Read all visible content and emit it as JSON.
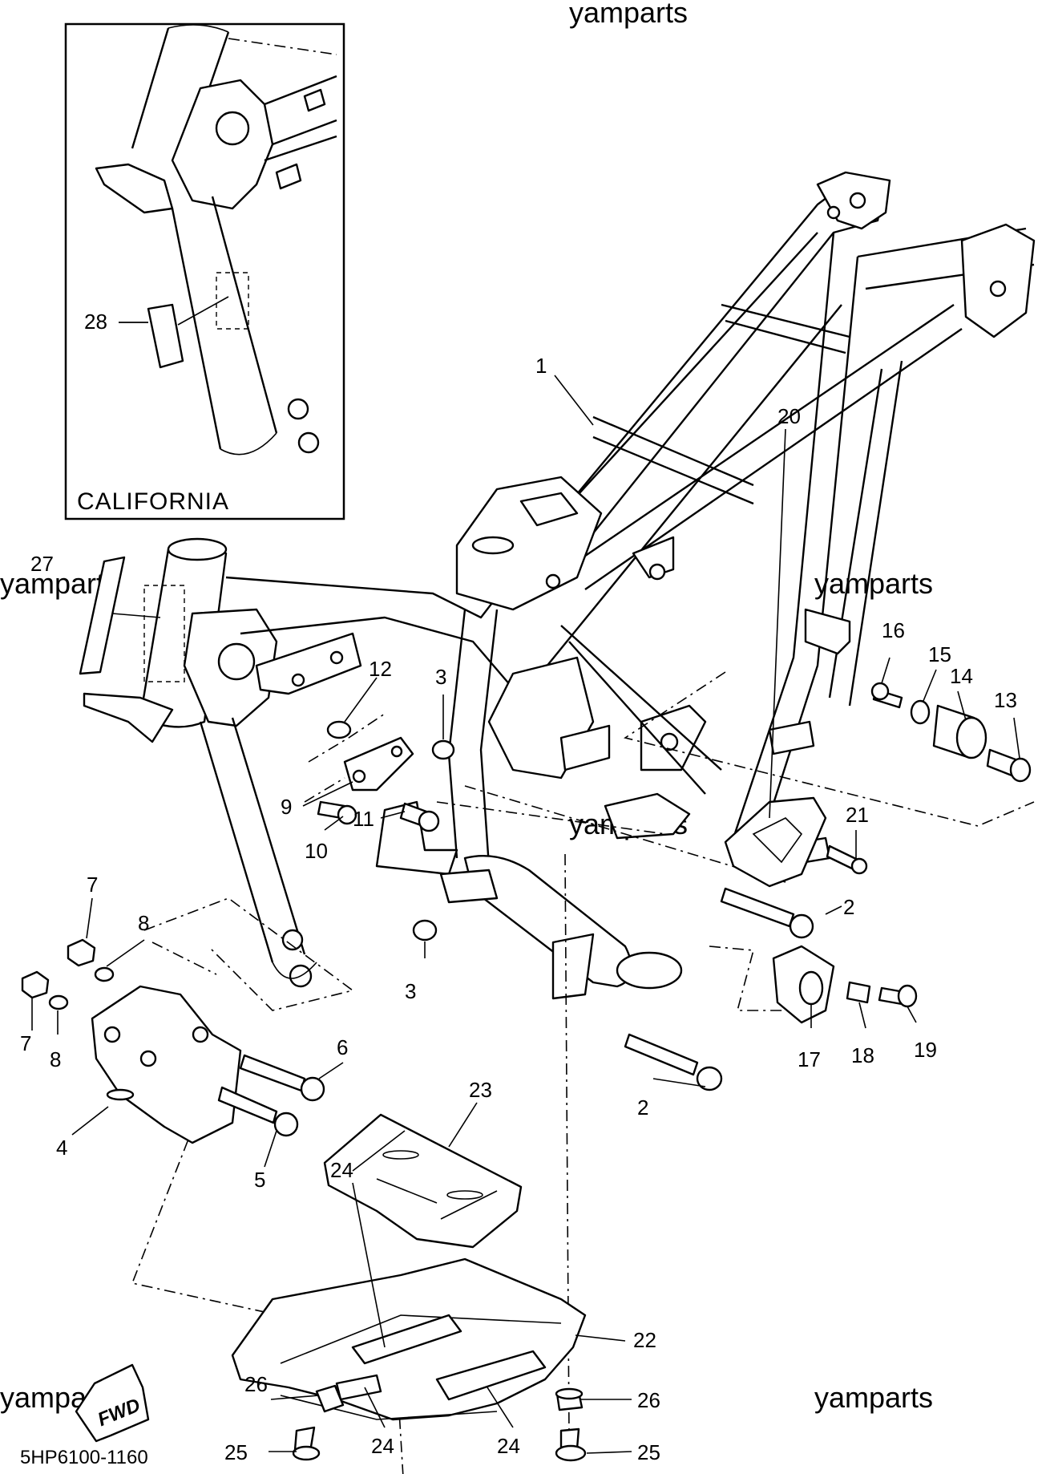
{
  "watermark": "yamparts",
  "inset_title": "CALIFORNIA",
  "diagram_code": "5HP6100-1160",
  "fwd_label": "FWD",
  "callouts": [
    "1",
    "2",
    "2",
    "3",
    "3",
    "4",
    "5",
    "6",
    "7",
    "7",
    "8",
    "8",
    "9",
    "10",
    "11",
    "12",
    "13",
    "14",
    "15",
    "16",
    "17",
    "18",
    "19",
    "20",
    "21",
    "22",
    "23",
    "24",
    "24",
    "24",
    "25",
    "25",
    "26",
    "26",
    "27",
    "28"
  ]
}
